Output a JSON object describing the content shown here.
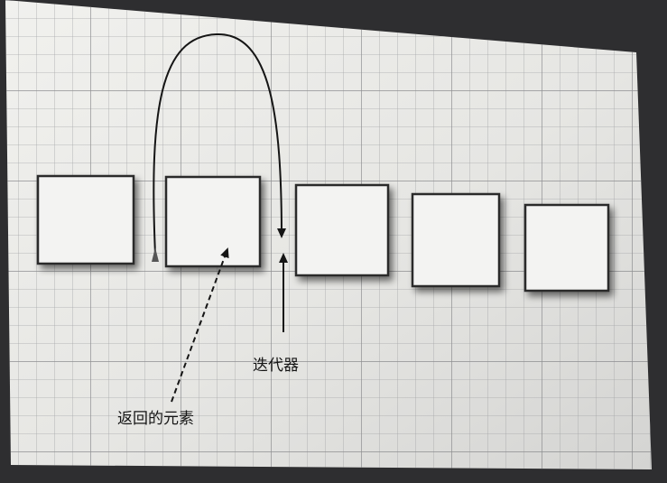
{
  "diagram": {
    "nodes": [
      {
        "id": "element-1"
      },
      {
        "id": "element-2"
      },
      {
        "id": "element-3"
      },
      {
        "id": "element-4"
      },
      {
        "id": "element-5"
      }
    ],
    "labels": {
      "iterator": "迭代器",
      "returned_element": "返回的元素"
    },
    "colors": {
      "paper": "#e9e9e6",
      "grid": "#8f9093",
      "box_fill": "#f3f3f2",
      "box_border": "#2a2a2a",
      "ink": "#151515"
    }
  }
}
